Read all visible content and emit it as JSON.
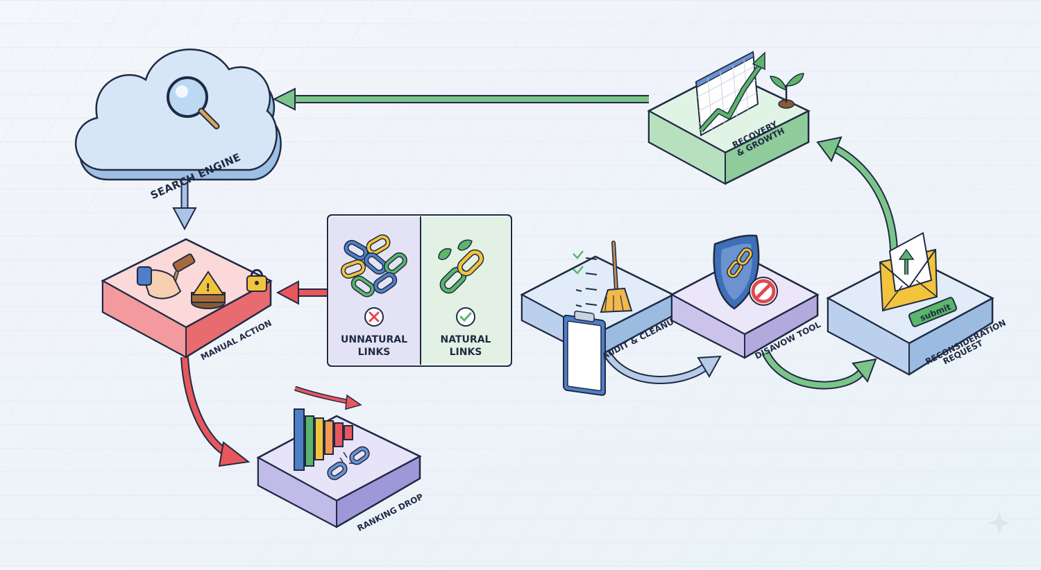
{
  "nodes": {
    "search_engine": {
      "label": "SEARCH ENGINE"
    },
    "manual_action": {
      "label": "MANUAL ACTION"
    },
    "ranking_drop": {
      "label": "RANKING DROP"
    },
    "audit_cleanup": {
      "label": "AUDIT & CLEANUP"
    },
    "disavow_tool": {
      "label": "DISAVOW TOOL"
    },
    "reconsideration": {
      "label_line1": "RECONSIDERATION",
      "label_line2": "REQUEST",
      "button": "submit"
    },
    "recovery": {
      "label_line1": "RECOVERY",
      "label_line2": "& GROWTH"
    }
  },
  "links_panel": {
    "unnatural_line1": "UNNATURAL",
    "unnatural_line2": "LINKS",
    "natural_line1": "NATURAL",
    "natural_line2": "LINKS"
  },
  "colors": {
    "red": "#e0484f",
    "green": "#5bb56a",
    "blue": "#8fb2d8",
    "navy": "#1f2a44"
  }
}
